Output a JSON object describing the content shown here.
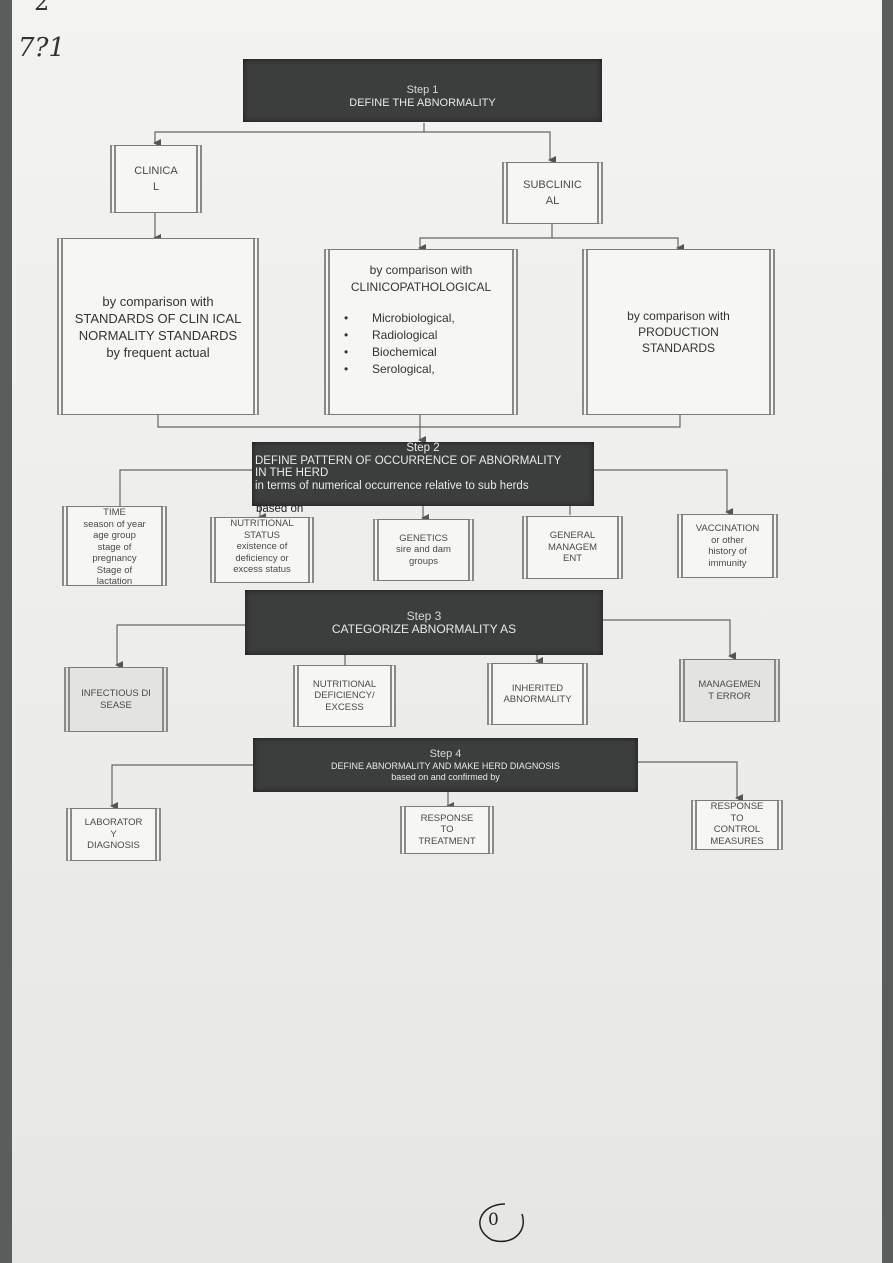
{
  "margin_notes": [
    "2",
    "7?1"
  ],
  "step1": {
    "step": "Step 1",
    "title": "DEFINE THE ABNORMALITY"
  },
  "clinical": {
    "line1": "CLINICA",
    "line2": "L"
  },
  "subclinical": {
    "line1": "SUBCLINIC",
    "line2": "AL"
  },
  "clinical_box": {
    "lines": [
      "by comparison with",
      "STANDARDS OF CLIN ICAL",
      "NORMALITY STANDARDS",
      "by frequent actual"
    ]
  },
  "clinicopath_box": {
    "heading1": "by comparison with",
    "heading2": "CLINICOPATHOLOGICAL",
    "items": [
      "Microbiological,",
      "Radiological",
      "Biochemical",
      "Serological,"
    ]
  },
  "production_box": {
    "lines": [
      "by comparison with",
      "PRODUCTION",
      "STANDARDS"
    ]
  },
  "step2": {
    "step": "Step 2",
    "title1": "DEFINE PATTERN OF OCCURRENCE OF ABNORMALITY",
    "title2": "IN THE HERD",
    "title3": "in terms of numerical occurrence relative to sub herds",
    "title4": "based on"
  },
  "step2_boxes": [
    {
      "lines": [
        "TIME",
        "season of year",
        "age group",
        "stage of",
        "pregnancy",
        "Stage of",
        "lactation"
      ]
    },
    {
      "lines": [
        "NUTRITIONAL",
        "STATUS",
        "existence of",
        "deficiency or",
        "excess status"
      ]
    },
    {
      "lines": [
        "GENETICS",
        "sire and dam",
        "groups"
      ]
    },
    {
      "lines": [
        "GENERAL",
        "MANAGEM",
        "ENT"
      ]
    },
    {
      "lines": [
        "VACCINATION",
        "or other",
        "history of",
        "immunity"
      ]
    }
  ],
  "step3": {
    "step": "Step 3",
    "title": "CATEGORIZE ABNORMALITY AS"
  },
  "step3_boxes": [
    {
      "lines": [
        "INFECTIOUS DI",
        "SEASE"
      ]
    },
    {
      "lines": [
        "NUTRITIONAL",
        "DEFICIENCY/",
        "EXCESS"
      ]
    },
    {
      "lines": [
        "INHERITED",
        "ABNORMALITY"
      ]
    },
    {
      "lines": [
        "MANAGEMEN",
        "T ERROR"
      ]
    }
  ],
  "step4": {
    "step": "Step 4",
    "title": "DEFINE ABNORMALITY AND MAKE HERD DIAGNOSIS",
    "subtitle": "based on and confirmed by"
  },
  "step4_boxes": [
    {
      "lines": [
        "LABORATOR",
        "Y",
        "DIAGNOSIS"
      ]
    },
    {
      "lines": [
        "RESPONSE",
        "TO",
        "TREATMENT"
      ]
    },
    {
      "lines": [
        "RESPONSE",
        "TO",
        "CONTROL",
        "MEASURES"
      ]
    }
  ],
  "page_number": "10"
}
